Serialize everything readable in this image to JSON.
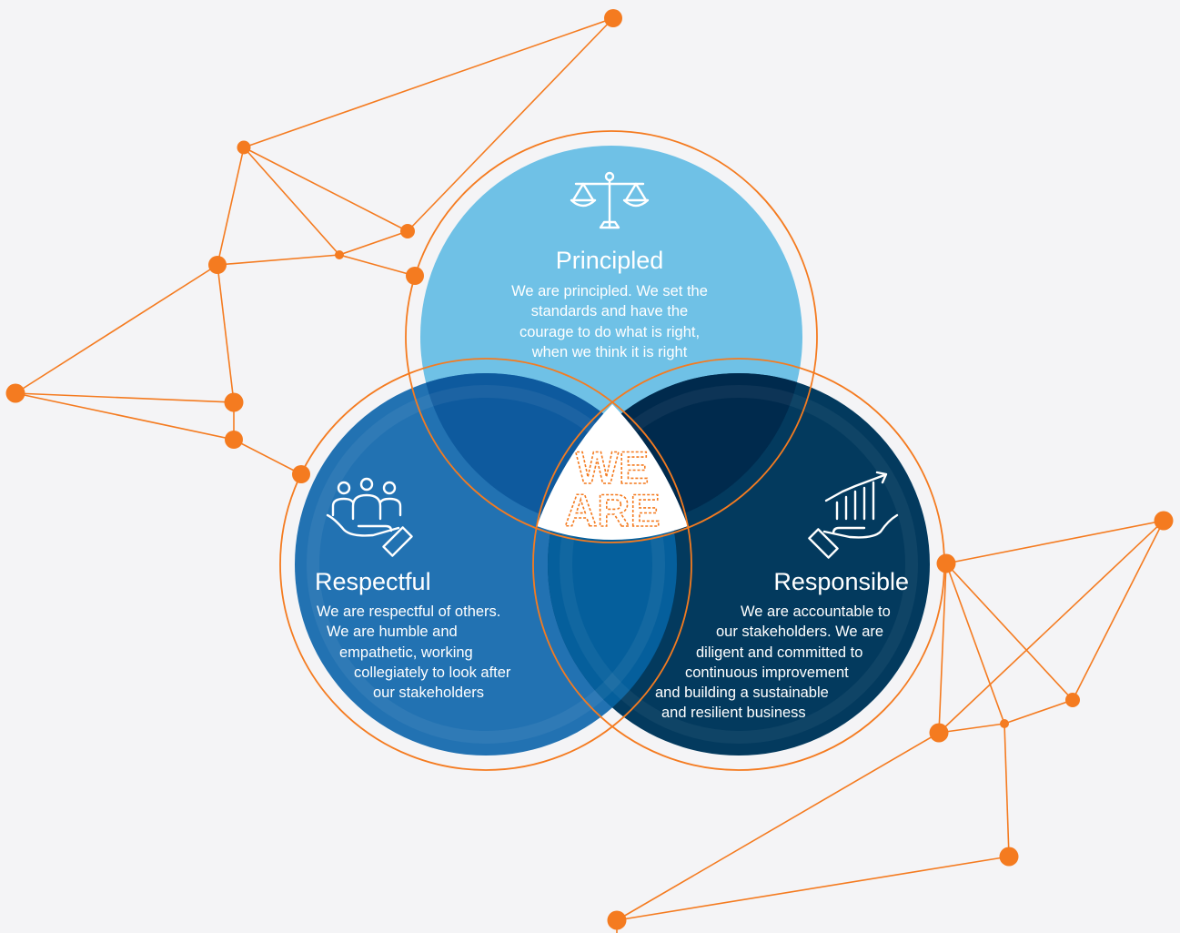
{
  "colors": {
    "accent_orange": "#f47b20",
    "principled_blue": "#6fc1e6",
    "respectful_blue": "#2272b2",
    "responsible_navy": "#033a5e",
    "background": "#f4f4f6"
  },
  "center": {
    "line1": "WE",
    "line2": "ARE"
  },
  "circles": [
    {
      "key": "principled",
      "title": "Principled",
      "icon": "scales-of-justice-icon",
      "lines": [
        "We are principled. We set the",
        "standards and have the",
        "courage to do what is right,",
        "when we think it is right"
      ]
    },
    {
      "key": "respectful",
      "title": "Respectful",
      "icon": "people-in-hand-icon",
      "lines": [
        "We are respectful of others.",
        "We are humble and",
        "empathetic, working",
        "collegiately to look after",
        "our stakeholders"
      ]
    },
    {
      "key": "responsible",
      "title": "Responsible",
      "icon": "growth-chart-in-hand-icon",
      "lines": [
        "We are accountable to",
        "our stakeholders. We are",
        "diligent and committed to",
        "continuous improvement",
        "and building a sustainable",
        "and resilient business"
      ]
    }
  ]
}
